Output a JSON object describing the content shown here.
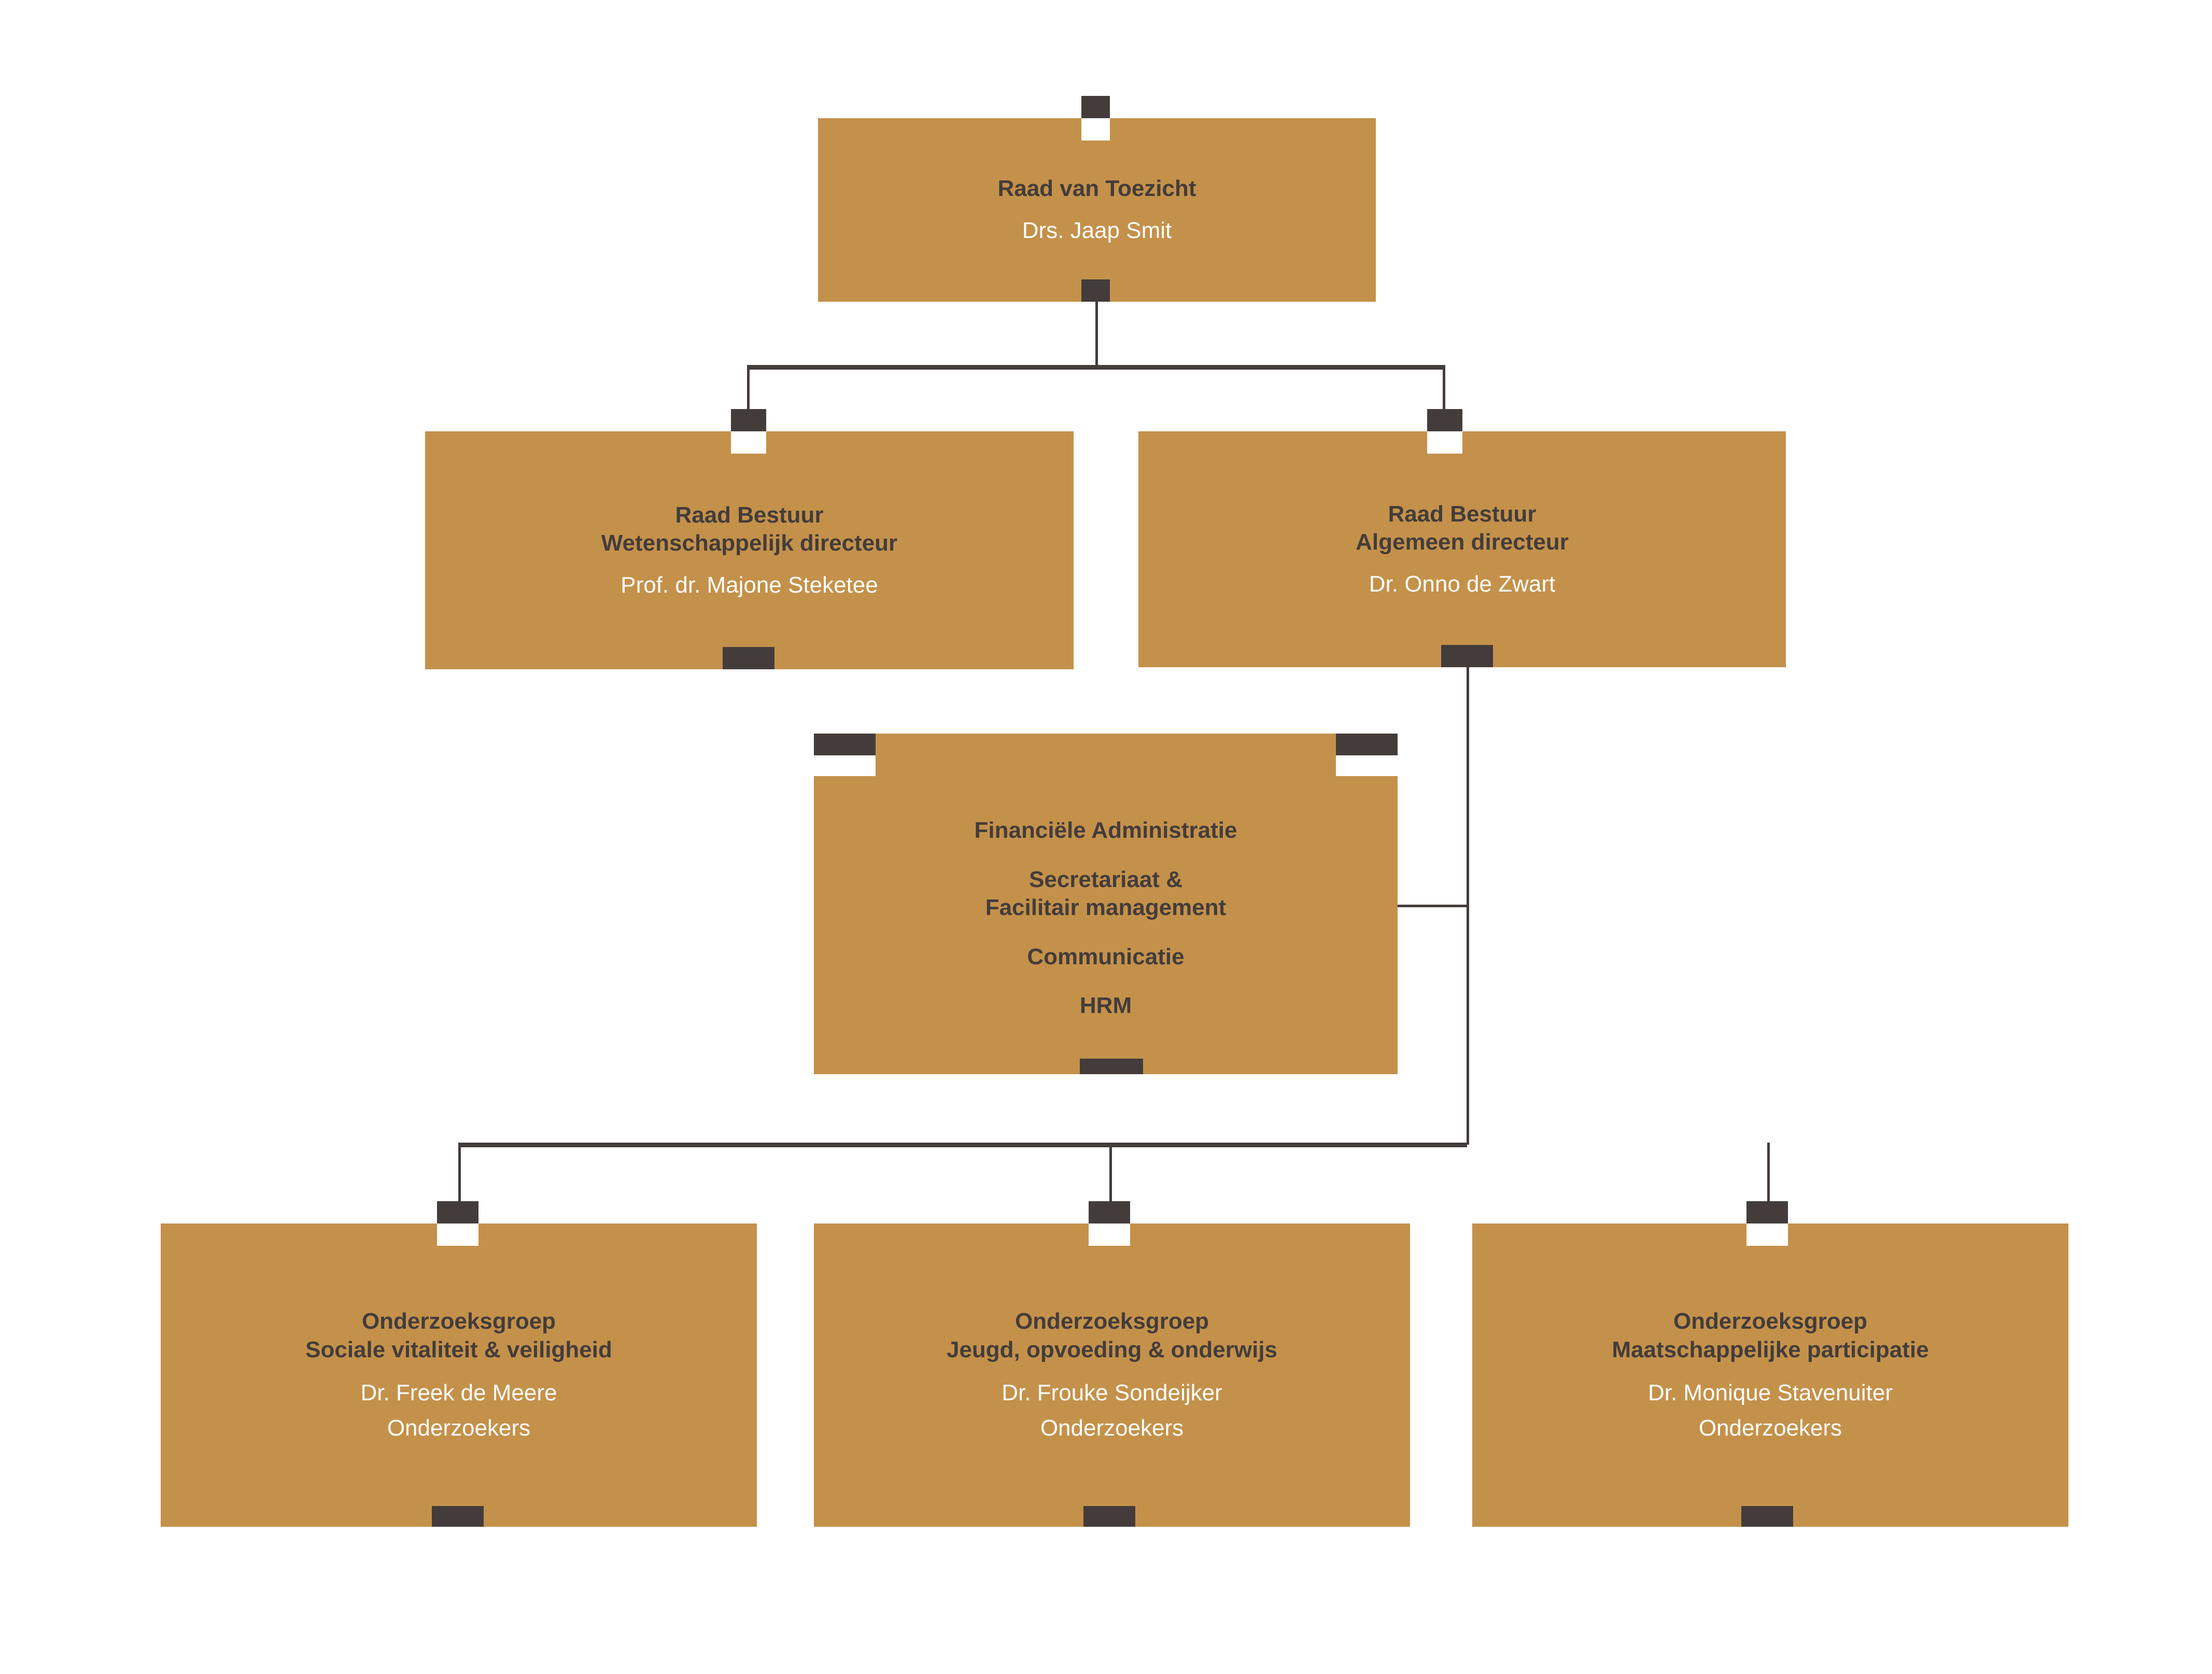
{
  "theme": {
    "box_color": "#C4914A",
    "connector_color": "#433C3B",
    "title_color": "#433C3B",
    "person_color": "#FFFFFF",
    "background": "#FFFFFF"
  },
  "chart_title": "",
  "org_chart": {
    "type": "organizational-hierarchy",
    "nodes": [
      {
        "id": "raad-van-toezicht",
        "title_lines": [
          "Raad van Toezicht"
        ],
        "person_lines": [
          "Drs. Jaap Smit"
        ],
        "level": 1
      },
      {
        "id": "raad-bestuur-wetenschappelijk",
        "title_lines": [
          "Raad Bestuur",
          "Wetenschappelijk directeur"
        ],
        "person_lines": [
          "Prof. dr. Majone Steketee"
        ],
        "level": 2
      },
      {
        "id": "raad-bestuur-algemeen",
        "title_lines": [
          "Raad Bestuur",
          "Algemeen directeur"
        ],
        "person_lines": [
          "Dr. Onno de Zwart"
        ],
        "level": 2
      },
      {
        "id": "staf-diensten",
        "title_lines": [
          "Financiële Administratie",
          "Secretariaat &",
          "Facilitair management",
          "Communicatie",
          "HRM"
        ],
        "person_lines": [],
        "level": 3
      },
      {
        "id": "onderzoeksgroep-sociale-vitaliteit",
        "title_lines": [
          "Onderzoeksgroep",
          "Sociale vitaliteit & veiligheid"
        ],
        "person_lines": [
          "Dr. Freek de Meere",
          "Onderzoekers"
        ],
        "level": 4
      },
      {
        "id": "onderzoeksgroep-jeugd",
        "title_lines": [
          "Onderzoeksgroep",
          "Jeugd, opvoeding & onderwijs"
        ],
        "person_lines": [
          "Dr. Frouke Sondeijker",
          "Onderzoekers"
        ],
        "level": 4
      },
      {
        "id": "onderzoeksgroep-participatie",
        "title_lines": [
          "Onderzoeksgroep",
          "Maatschappelijke participatie"
        ],
        "person_lines": [
          "Dr. Monique Stavenuiter",
          "Onderzoekers"
        ],
        "level": 4
      }
    ]
  },
  "n1": {
    "title_1": "Raad van Toezicht",
    "person_1": "Drs. Jaap Smit"
  },
  "n2": {
    "title_1": "Raad Bestuur",
    "title_2": "Wetenschappelijk directeur",
    "person_1": "Prof. dr. Majone Steketee"
  },
  "n3": {
    "title_1": "Raad Bestuur",
    "title_2": "Algemeen directeur",
    "person_1": "Dr. Onno de Zwart"
  },
  "n4": {
    "title_1": "Financiële Administratie",
    "title_2": "Secretariaat &",
    "title_3": "Facilitair management",
    "title_4": "Communicatie",
    "title_5": "HRM"
  },
  "n5": {
    "title_1": "Onderzoeksgroep",
    "title_2": "Sociale vitaliteit & veiligheid",
    "person_1": "Dr. Freek de Meere",
    "person_2": "Onderzoekers"
  },
  "n6": {
    "title_1": "Onderzoeksgroep",
    "title_2": "Jeugd, opvoeding & onderwijs",
    "person_1": "Dr. Frouke Sondeijker",
    "person_2": "Onderzoekers"
  },
  "n7": {
    "title_1": "Onderzoeksgroep",
    "title_2": "Maatschappelijke participatie",
    "person_1": "Dr. Monique Stavenuiter",
    "person_2": "Onderzoekers"
  }
}
